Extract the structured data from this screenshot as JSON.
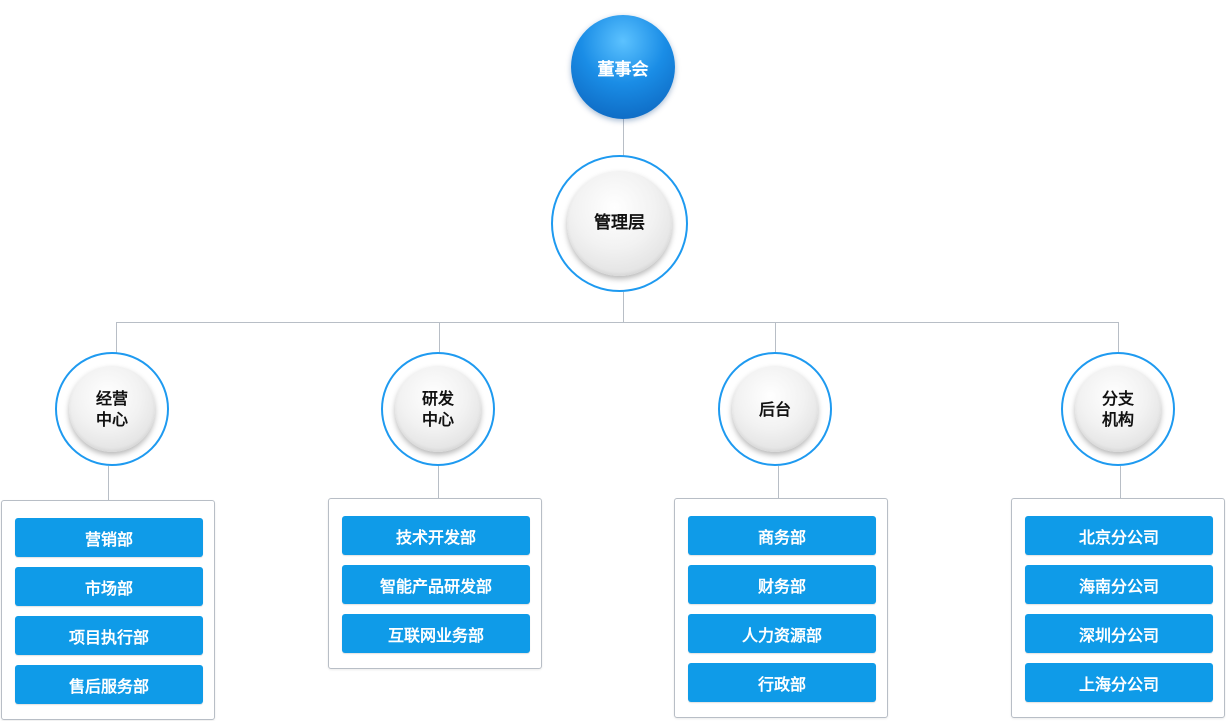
{
  "board": {
    "label": "董事会"
  },
  "management": {
    "label": "管理层"
  },
  "centers": [
    {
      "name_line1": "经营",
      "name_line2": "中心",
      "departments": [
        "营销部",
        "市场部",
        "项目执行部",
        "售后服务部"
      ]
    },
    {
      "name_line1": "研发",
      "name_line2": "中心",
      "departments": [
        "技术开发部",
        "智能产品研发部",
        "互联网业务部"
      ]
    },
    {
      "name_line1": "后台",
      "name_line2": "",
      "departments": [
        "商务部",
        "财务部",
        "人力资源部",
        "行政部"
      ]
    },
    {
      "name_line1": "分支",
      "name_line2": "机构",
      "departments": [
        "北京分公司",
        "海南分公司",
        "深圳分公司",
        "上海分公司"
      ]
    }
  ],
  "colors": {
    "accent": "#0f9be8",
    "ring": "#1e9af0",
    "board_dark": "#0a5fb8",
    "line": "#b8bec6"
  }
}
